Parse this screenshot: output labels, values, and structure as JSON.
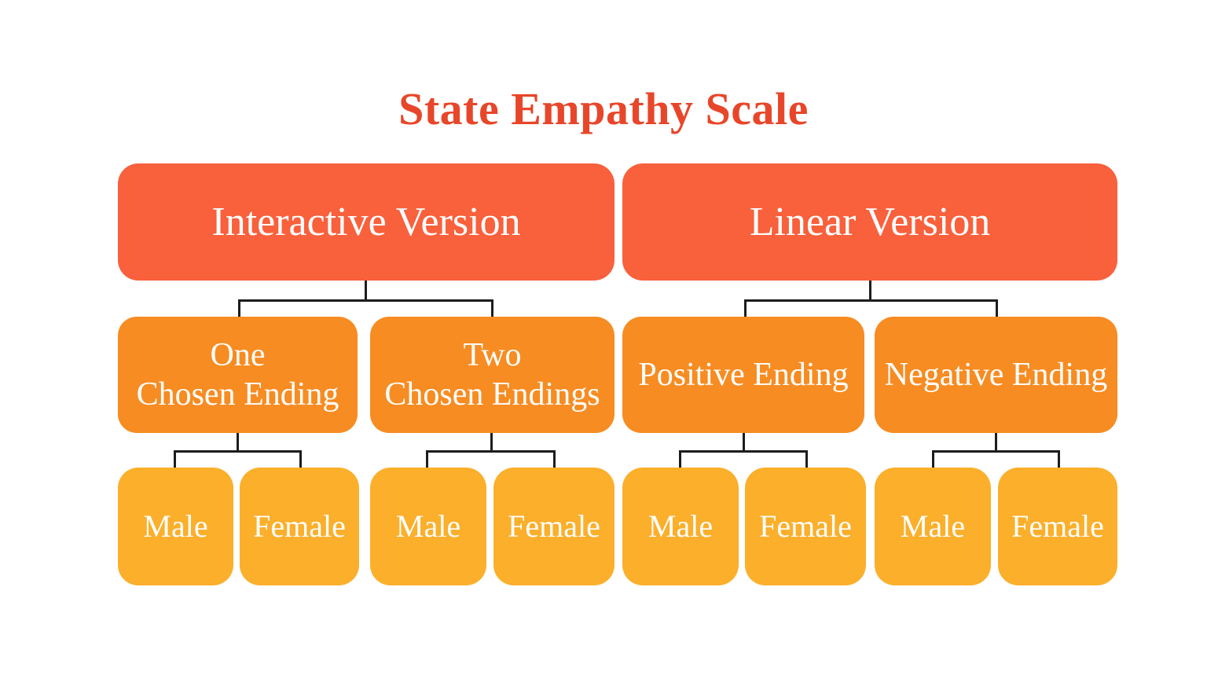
{
  "title": "State Empathy Scale",
  "colors": {
    "title": "#E8462A",
    "level1": "#F9603C",
    "level2": "#F78C22",
    "level3": "#FBAF2B",
    "connector": "#1d1d1d",
    "background": "#FFFFFF",
    "node_text": "#FFFFFF"
  },
  "diagram": {
    "type": "tree",
    "levels": 3,
    "root_label": "State Empathy Scale",
    "level1": [
      {
        "id": "interactive-version",
        "label": "Interactive Version"
      },
      {
        "id": "linear-version",
        "label": "Linear Version"
      }
    ],
    "level2": [
      {
        "id": "one-chosen-ending",
        "label": "One\nChosen Ending",
        "parent": "interactive-version"
      },
      {
        "id": "two-chosen-endings",
        "label": "Two\nChosen Endings",
        "parent": "interactive-version"
      },
      {
        "id": "positive-ending",
        "label": "Positive Ending",
        "parent": "linear-version"
      },
      {
        "id": "negative-ending",
        "label": "Negative Ending",
        "parent": "linear-version"
      }
    ],
    "level3": [
      {
        "id": "one-chosen-ending-male",
        "label": "Male",
        "parent": "one-chosen-ending"
      },
      {
        "id": "one-chosen-ending-female",
        "label": "Female",
        "parent": "one-chosen-ending"
      },
      {
        "id": "two-chosen-endings-male",
        "label": "Male",
        "parent": "two-chosen-endings"
      },
      {
        "id": "two-chosen-endings-female",
        "label": "Female",
        "parent": "two-chosen-endings"
      },
      {
        "id": "positive-ending-male",
        "label": "Male",
        "parent": "positive-ending"
      },
      {
        "id": "positive-ending-female",
        "label": "Female",
        "parent": "positive-ending"
      },
      {
        "id": "negative-ending-male",
        "label": "Male",
        "parent": "negative-ending"
      },
      {
        "id": "negative-ending-female",
        "label": "Female",
        "parent": "negative-ending"
      }
    ]
  }
}
